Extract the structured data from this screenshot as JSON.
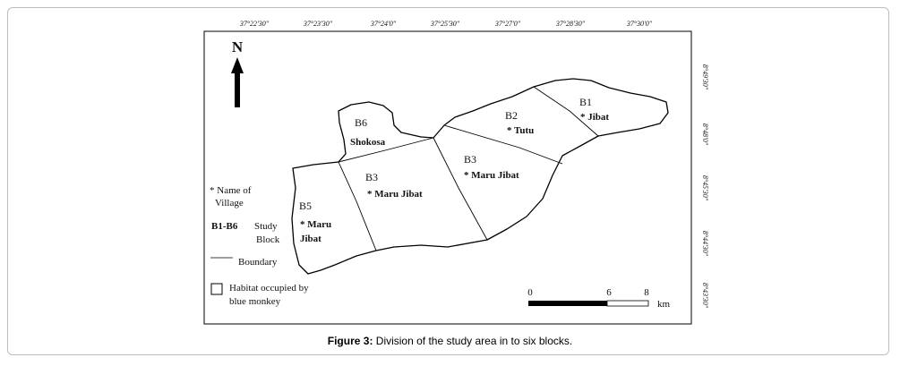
{
  "map": {
    "north_label": "N",
    "top_coordinates": [
      "37°22'30\"",
      "37°23'30\"",
      "37°24'0\"",
      "37°25'30\"",
      "37°27'0\"",
      "37°28'30\"",
      "37°30'0\""
    ],
    "right_coordinates": [
      "8°49'30\"",
      "8°48'0\"",
      "8°45'30\"",
      "8°44'30\"",
      "8°43'30\""
    ],
    "blocks": [
      {
        "id": "B1",
        "village": "* Jibat"
      },
      {
        "id": "B2",
        "village": "* Tutu"
      },
      {
        "id": "B3",
        "village": "* Maru Jibat"
      },
      {
        "id": "B3",
        "village": "* Maru Jibat"
      },
      {
        "id": "B5",
        "village_line1": "* Maru",
        "village_line2": "Jibat"
      },
      {
        "id": "B6",
        "village": "Shokosa"
      }
    ],
    "legend": {
      "village_line1": "* Name of",
      "village_line2": "Village",
      "block_code": "B1-B6",
      "block_line1": "Study",
      "block_line2": "Block",
      "boundary": "Boundary",
      "habitat_line1": "Habitat occupied by",
      "habitat_line2": "blue monkey"
    },
    "scale": {
      "ticks": [
        "0",
        "6",
        "8"
      ],
      "unit": "km"
    }
  },
  "caption": {
    "label": "Figure 3:",
    "text": " Division of the study area in to six blocks."
  }
}
